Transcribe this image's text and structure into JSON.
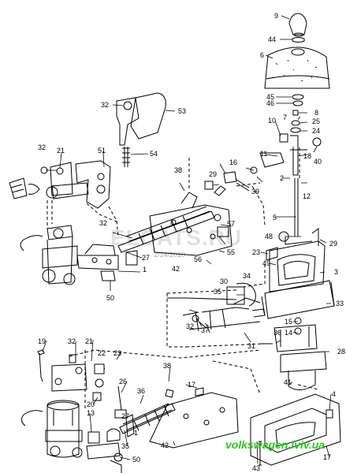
{
  "watermark": {
    "main": "ELCATS.RU",
    "date": "2/14/2010",
    "site": "volkswagen.lviv.ua"
  },
  "colors": {
    "line": "#000000",
    "site_text": "#2fc61d"
  },
  "callouts": {
    "c9": "9",
    "c44": "44",
    "c6": "6",
    "c45": "45",
    "c46": "46",
    "c8": "8",
    "c7": "7",
    "c25": "25",
    "c24": "24",
    "c10": "10",
    "c53": "53",
    "c32a": "32",
    "c54": "54",
    "c32b": "32",
    "c21a": "21",
    "c51": "51",
    "c11": "11",
    "c18": "18",
    "c40": "40",
    "c38a": "38",
    "c16": "16",
    "c29a": "29",
    "c39": "39",
    "c2": "2",
    "c12": "12",
    "c5": "5",
    "c32c": "32",
    "c57": "57",
    "c48": "48",
    "c29b": "29",
    "c27a": "27",
    "c56": "56",
    "c55": "55",
    "c23a": "23",
    "c1a": "1",
    "c42a": "42",
    "c49": "49",
    "c3": "3",
    "c50a": "50",
    "c30": "30",
    "c34": "34",
    "c35a": "35",
    "c33": "33",
    "c32d": "32",
    "c37": "37",
    "c15": "15",
    "c14": "14",
    "c31": "31",
    "c36a": "36",
    "c19": "19",
    "c32e": "32",
    "c21b": "21",
    "c22": "22",
    "c23b": "23",
    "c28": "28",
    "c38b": "38",
    "c41": "41",
    "c26": "26",
    "c36b": "36",
    "c17a": "17",
    "c20": "20",
    "c13": "13",
    "c27b": "27",
    "c1b": "1",
    "c35b": "35",
    "c42b": "42",
    "c50b": "50",
    "c43": "43",
    "c4": "4",
    "c17b": "17"
  }
}
